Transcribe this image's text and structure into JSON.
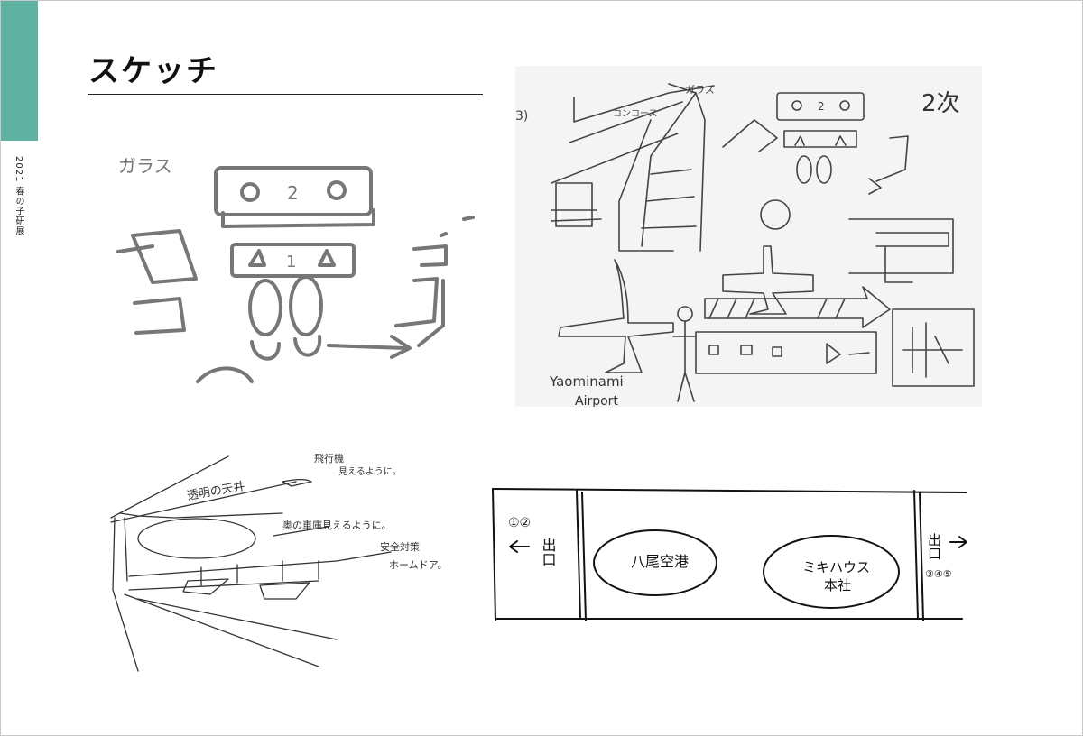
{
  "page": {
    "title": "スケッチ",
    "side_label": "2021  春の子研展",
    "accent_color": "#5fb1a1"
  },
  "sketch1": {
    "glass_label": "ガラス",
    "panel_numbers": [
      "2"
    ],
    "arrow_number": "1"
  },
  "sketch2": {
    "glass_label": "ガラス",
    "concourse_label": "コンコース",
    "corner_label": "2次",
    "left_mark": "3)",
    "panel_number": "2",
    "airport_label_1": "Yaominami",
    "airport_label_2": "Airport"
  },
  "sketch3": {
    "note_ceiling": "透明の天井",
    "note_plane_1": "飛行機",
    "note_plane_2": "見えるように。",
    "note_garage": "奥の車庫見えるように。",
    "note_safety_1": "安全対策",
    "note_safety_2": "ホームドア。"
  },
  "sketch4": {
    "exit_left_nums": "①②",
    "exit_left": "出口",
    "exit_right": "出口",
    "exit_right_nums": "③④⑤",
    "oval_left": "八尾空港",
    "oval_right_1": "ミキハウス",
    "oval_right_2": "本社"
  }
}
